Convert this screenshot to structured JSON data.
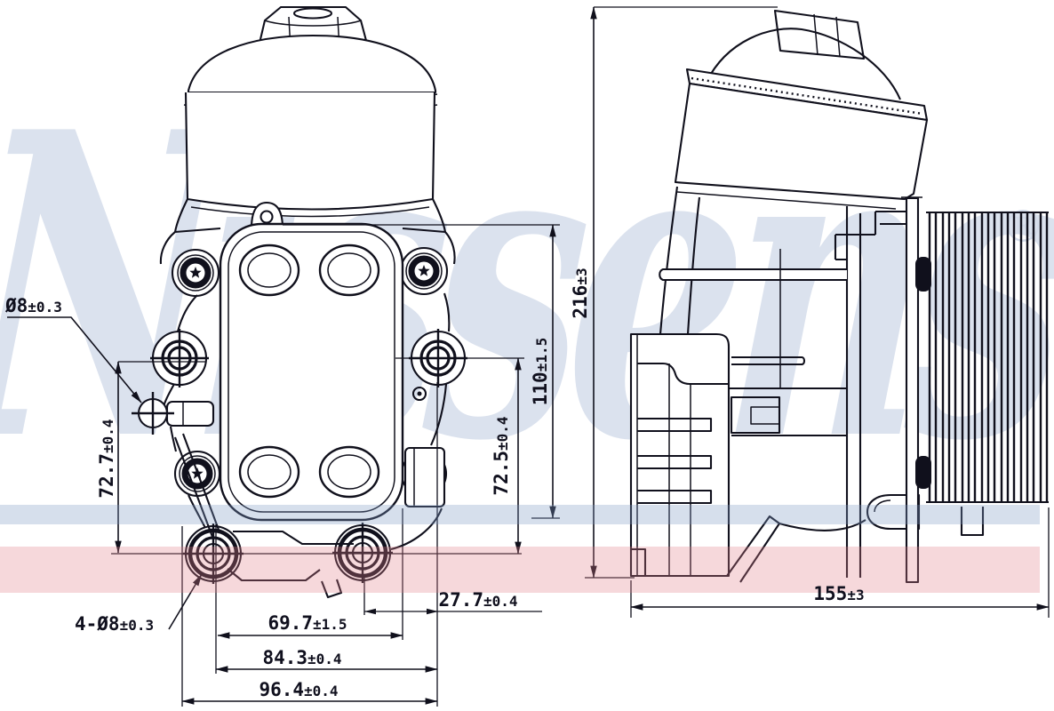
{
  "drawing": {
    "kind": "technical-drawing",
    "subject": "oil cooler / oil filter housing, two orthographic views",
    "views": {
      "left": "front-view",
      "right": "side-view"
    }
  },
  "watermark": {
    "text": "Nissens",
    "registered": "®",
    "color": "#dbe2ee"
  },
  "colors": {
    "line": "#10101c",
    "background": "#ffffff",
    "band_blue": "#d9e1ed",
    "band_pink": "#f6d8db"
  },
  "dimensions": {
    "dia8": {
      "value": "Ø8",
      "tol": "±0.3"
    },
    "h727": {
      "value": "72.7",
      "tol": "±0.4"
    },
    "h110": {
      "value": "110",
      "tol": "±1.5"
    },
    "h725": {
      "value": "72.5",
      "tol": "±0.4"
    },
    "h216": {
      "value": "216",
      "tol": "±3"
    },
    "w277": {
      "value": "27.7",
      "tol": "±0.4"
    },
    "w697": {
      "value": "69.7",
      "tol": "±1.5"
    },
    "w843": {
      "value": "84.3",
      "tol": "±0.4"
    },
    "w964": {
      "value": "96.4",
      "tol": "±0.4"
    },
    "w155": {
      "value": "155",
      "tol": "±3"
    },
    "bolt4": {
      "value": "4-Ø8",
      "tol": "±0.3"
    }
  }
}
